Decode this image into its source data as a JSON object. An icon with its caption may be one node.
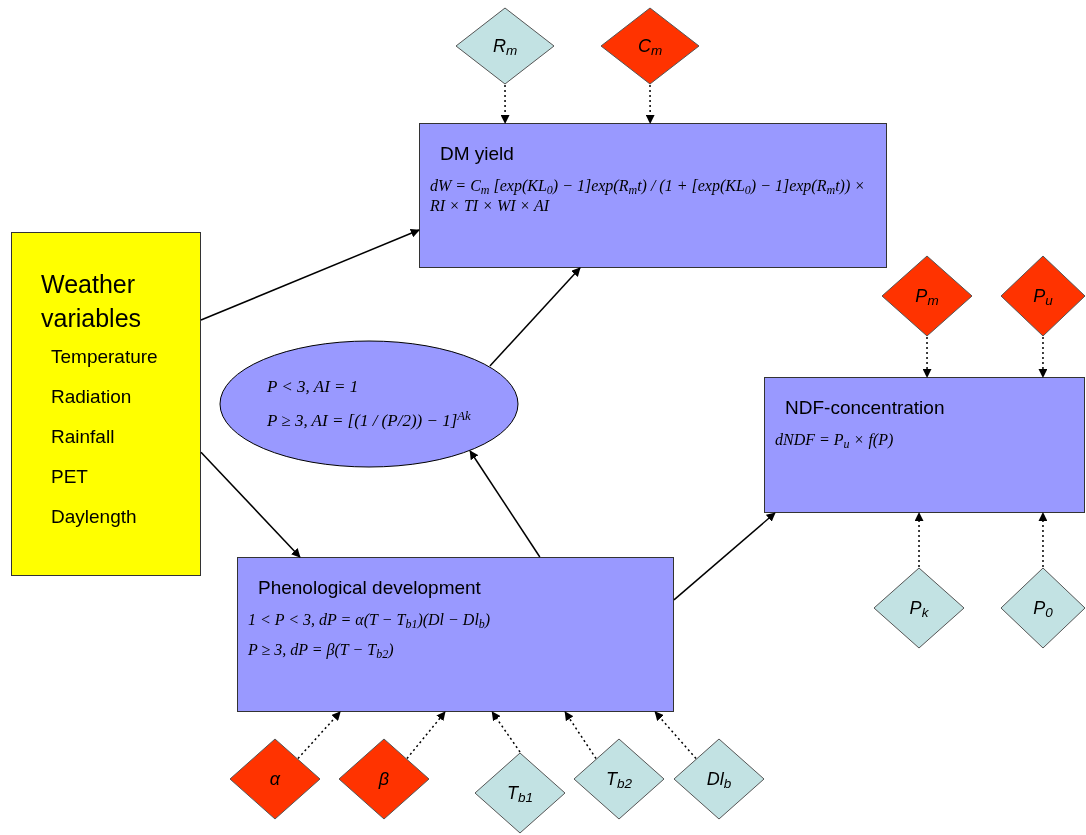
{
  "diagram": {
    "nodes": [
      {
        "text": [
          "Weather variables",
          "Temperature",
          "Radiation",
          "Rainfall",
          "PET",
          "Daylength"
        ]
      },
      {
        "text": [
          "R$_{m}$"
        ]
      },
      {
        "text": [
          "C$_{m}$"
        ]
      },
      {
        "text": [
          "DM yield",
          "dW = C$_{m}$ [exp(KL$_{0}$) − 1]exp(R$_{m}$t) / (1 + [exp(KL$_{0}$) − 1]exp(R$_{m}$t)) × RI × TI × WI × AI"
        ]
      },
      {
        "text": [
          "P < 3, AI = 1",
          "P ≥ 3, AI = [(1 / (P/2)) − 1]$^{Ak}$"
        ]
      },
      {
        "text": [
          "P$_{m}$"
        ]
      },
      {
        "text": [
          "P$_{u}$"
        ]
      },
      {
        "text": [
          "NDF-concentration",
          "dNDF = P$_{u}$ × f(P)"
        ]
      },
      {
        "text": [
          "Phenological development",
          "1 < P < 3, dP = α(T − T$_{b1}$)(Dl − Dl$_{b}$)",
          "P ≥ 3, dP = β(T − T$_{b2}$)"
        ]
      },
      {
        "text": [
          "P$_{k}$"
        ]
      },
      {
        "text": [
          "P$_{0}$"
        ]
      },
      {
        "text": [
          "α"
        ]
      },
      {
        "text": [
          "β"
        ]
      },
      {
        "text": [
          "T$_{b1}$"
        ]
      },
      {
        "text": [
          "T$_{b2}$"
        ]
      },
      {
        "text": [
          "Dl$_{b}$"
        ]
      }
    ],
    "edges": [
      {
        "from": 0,
        "to": 3,
        "arrow": "to"
      },
      {
        "from": 0,
        "to": 8,
        "arrow": "to"
      },
      {
        "from": 4,
        "to": 3,
        "arrow": "to"
      },
      {
        "from": 8,
        "to": 4,
        "arrow": "to"
      },
      {
        "from": 8,
        "to": 7,
        "arrow": "to"
      },
      {
        "from": 1,
        "to": 3,
        "arrow": "to",
        "style": "dashed"
      },
      {
        "from": 2,
        "to": 3,
        "arrow": "to",
        "style": "dashed"
      },
      {
        "from": 5,
        "to": 7,
        "arrow": "to",
        "style": "dashed"
      },
      {
        "from": 6,
        "to": 7,
        "arrow": "to",
        "style": "dashed"
      },
      {
        "from": 9,
        "to": 7,
        "arrow": "to",
        "style": "dashed"
      },
      {
        "from": 10,
        "to": 7,
        "arrow": "to",
        "style": "dashed"
      },
      {
        "from": 11,
        "to": 8,
        "arrow": "to",
        "style": "dashed"
      },
      {
        "from": 12,
        "to": 8,
        "arrow": "to",
        "style": "dashed"
      },
      {
        "from": 13,
        "to": 8,
        "arrow": "to",
        "style": "dashed"
      },
      {
        "from": 14,
        "to": 8,
        "arrow": "to",
        "style": "dashed"
      },
      {
        "from": 15,
        "to": 8,
        "arrow": "to",
        "style": "dashed"
      }
    ]
  }
}
